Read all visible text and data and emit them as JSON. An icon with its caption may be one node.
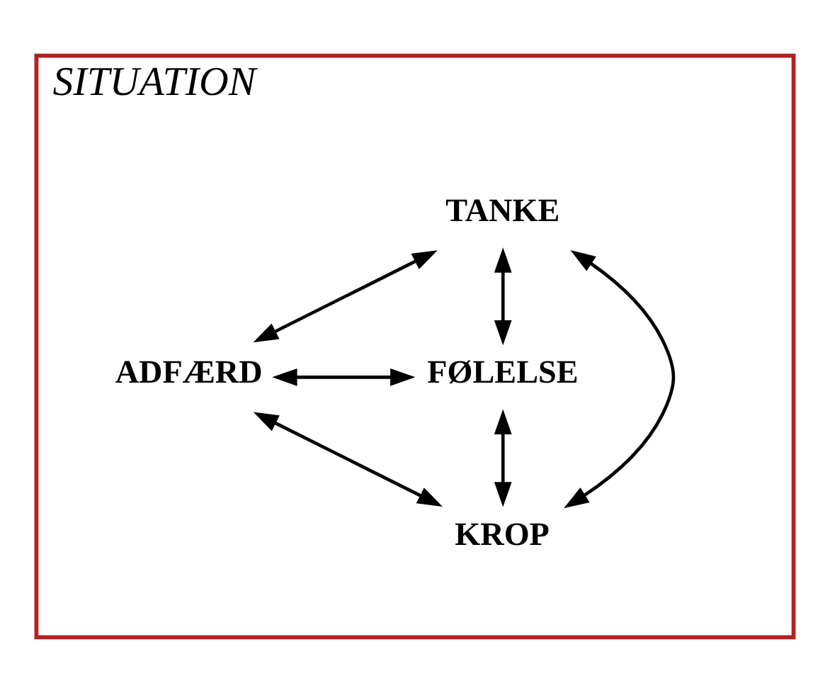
{
  "diagram": {
    "nodes": [
      {
        "text": [
          "SITUATION"
        ]
      },
      {
        "text": [
          "TANKE"
        ],
        "in": 0
      },
      {
        "text": [
          "ADFÆRD"
        ],
        "in": 0
      },
      {
        "text": [
          "FØLELSE"
        ],
        "in": 0
      },
      {
        "text": [
          "KROP"
        ],
        "in": 0
      }
    ],
    "edges": [
      {
        "from": 1,
        "to": 2,
        "arrow": "both"
      },
      {
        "from": 1,
        "to": 3,
        "arrow": "both"
      },
      {
        "from": 1,
        "to": 4,
        "arrow": "both"
      },
      {
        "from": 2,
        "to": 3,
        "arrow": "both"
      },
      {
        "from": 2,
        "to": 4,
        "arrow": "both"
      },
      {
        "from": 3,
        "to": 4,
        "arrow": "both"
      }
    ]
  }
}
